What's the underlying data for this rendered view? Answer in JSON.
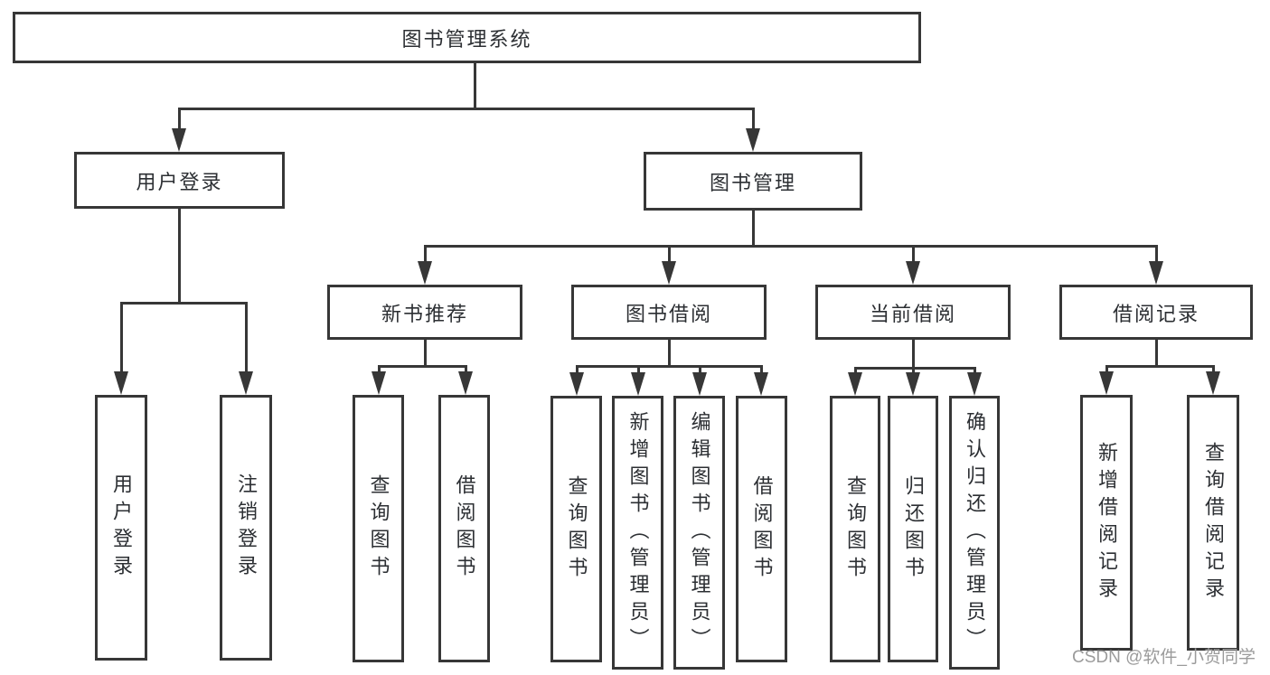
{
  "diagram": {
    "root": {
      "label": "图书管理系统"
    },
    "branches": [
      {
        "label": "用户登录",
        "children": [
          {
            "label": "用户登录"
          },
          {
            "label": "注销登录"
          }
        ]
      },
      {
        "label": "图书管理",
        "children": [
          {
            "label": "新书推荐",
            "children": [
              {
                "label": "查询图书"
              },
              {
                "label": "借阅图书"
              }
            ]
          },
          {
            "label": "图书借阅",
            "children": [
              {
                "label": "查询图书"
              },
              {
                "label": "新增图书（管理员）"
              },
              {
                "label": "编辑图书（管理员）"
              },
              {
                "label": "借阅图书"
              }
            ]
          },
          {
            "label": "当前借阅",
            "children": [
              {
                "label": "查询图书"
              },
              {
                "label": "归还图书"
              },
              {
                "label": "确认归还（管理员）"
              }
            ]
          },
          {
            "label": "借阅记录",
            "children": [
              {
                "label": "新增借阅记录"
              },
              {
                "label": "查询借阅记录"
              }
            ]
          }
        ]
      }
    ]
  },
  "watermark": "CSDN @软件_小贺同学",
  "colors": {
    "line": "#373737",
    "text": "#2c2f33",
    "watermark": "#9b9b9b",
    "background": "#ffffff"
  }
}
